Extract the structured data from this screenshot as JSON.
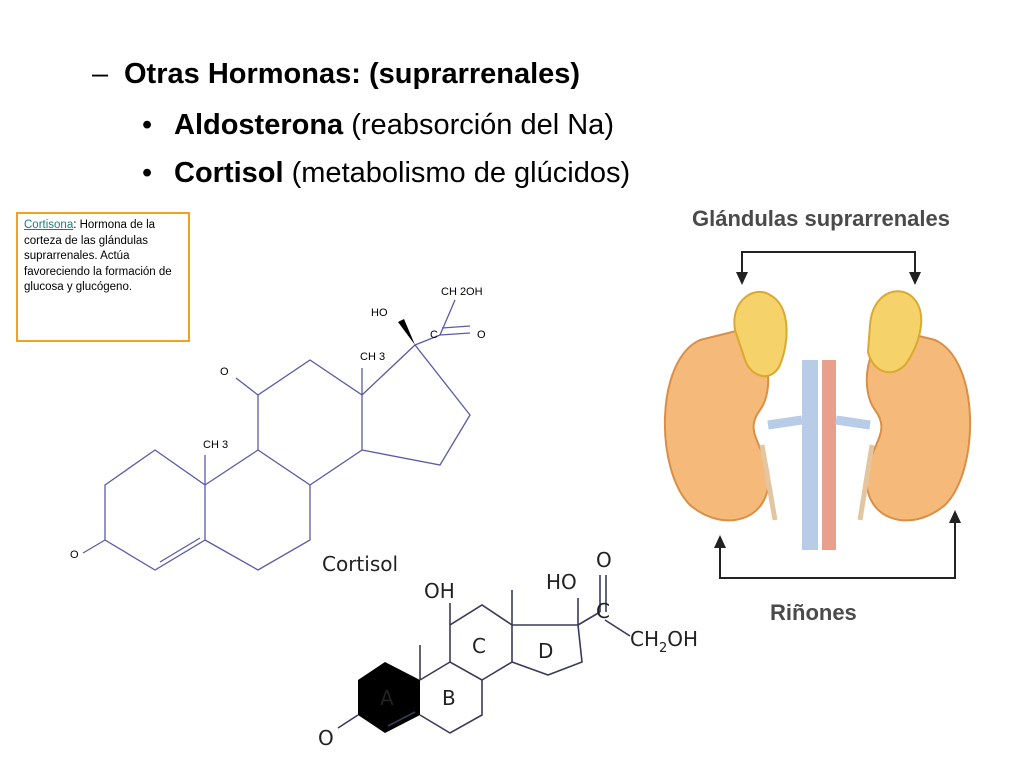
{
  "bullets": {
    "dash_mark": "–",
    "bullet_mark": "•",
    "heading": "Otras Hormonas: (suprarrenales)",
    "item1_bold": "Aldosterona",
    "item1_rest": " (reabsorción del Na)",
    "item2_bold": "Cortisol",
    "item2_rest": " (metabolismo de glúcidos)"
  },
  "note": {
    "link": "Cortisona",
    "text": ": Hormona de la corteza de las glándulas suprarrenales. Actúa favoreciendo la formación de glucosa y glucógeno."
  },
  "cortisone_labels": {
    "ch2oh": "CH 2OH",
    "ho": "HO",
    "c": "C",
    "o_keto": "O",
    "o_ring": "O",
    "ch3_top": "CH 3",
    "ch3_mid": "CH 3",
    "o_bottom": "O"
  },
  "cortisol": {
    "title": "Cortisol",
    "oh": "OH",
    "ho": "HO",
    "o_top": "O",
    "c": "C",
    "ch2oh": "CH",
    "sub2": "2",
    "oh2": "OH",
    "ring_a": "A",
    "ring_b": "B",
    "ring_c": "C",
    "ring_d": "D",
    "o_bottom": "O"
  },
  "anatomy": {
    "top_label": "Glándulas suprarrenales",
    "bottom_label": "Riñones"
  }
}
